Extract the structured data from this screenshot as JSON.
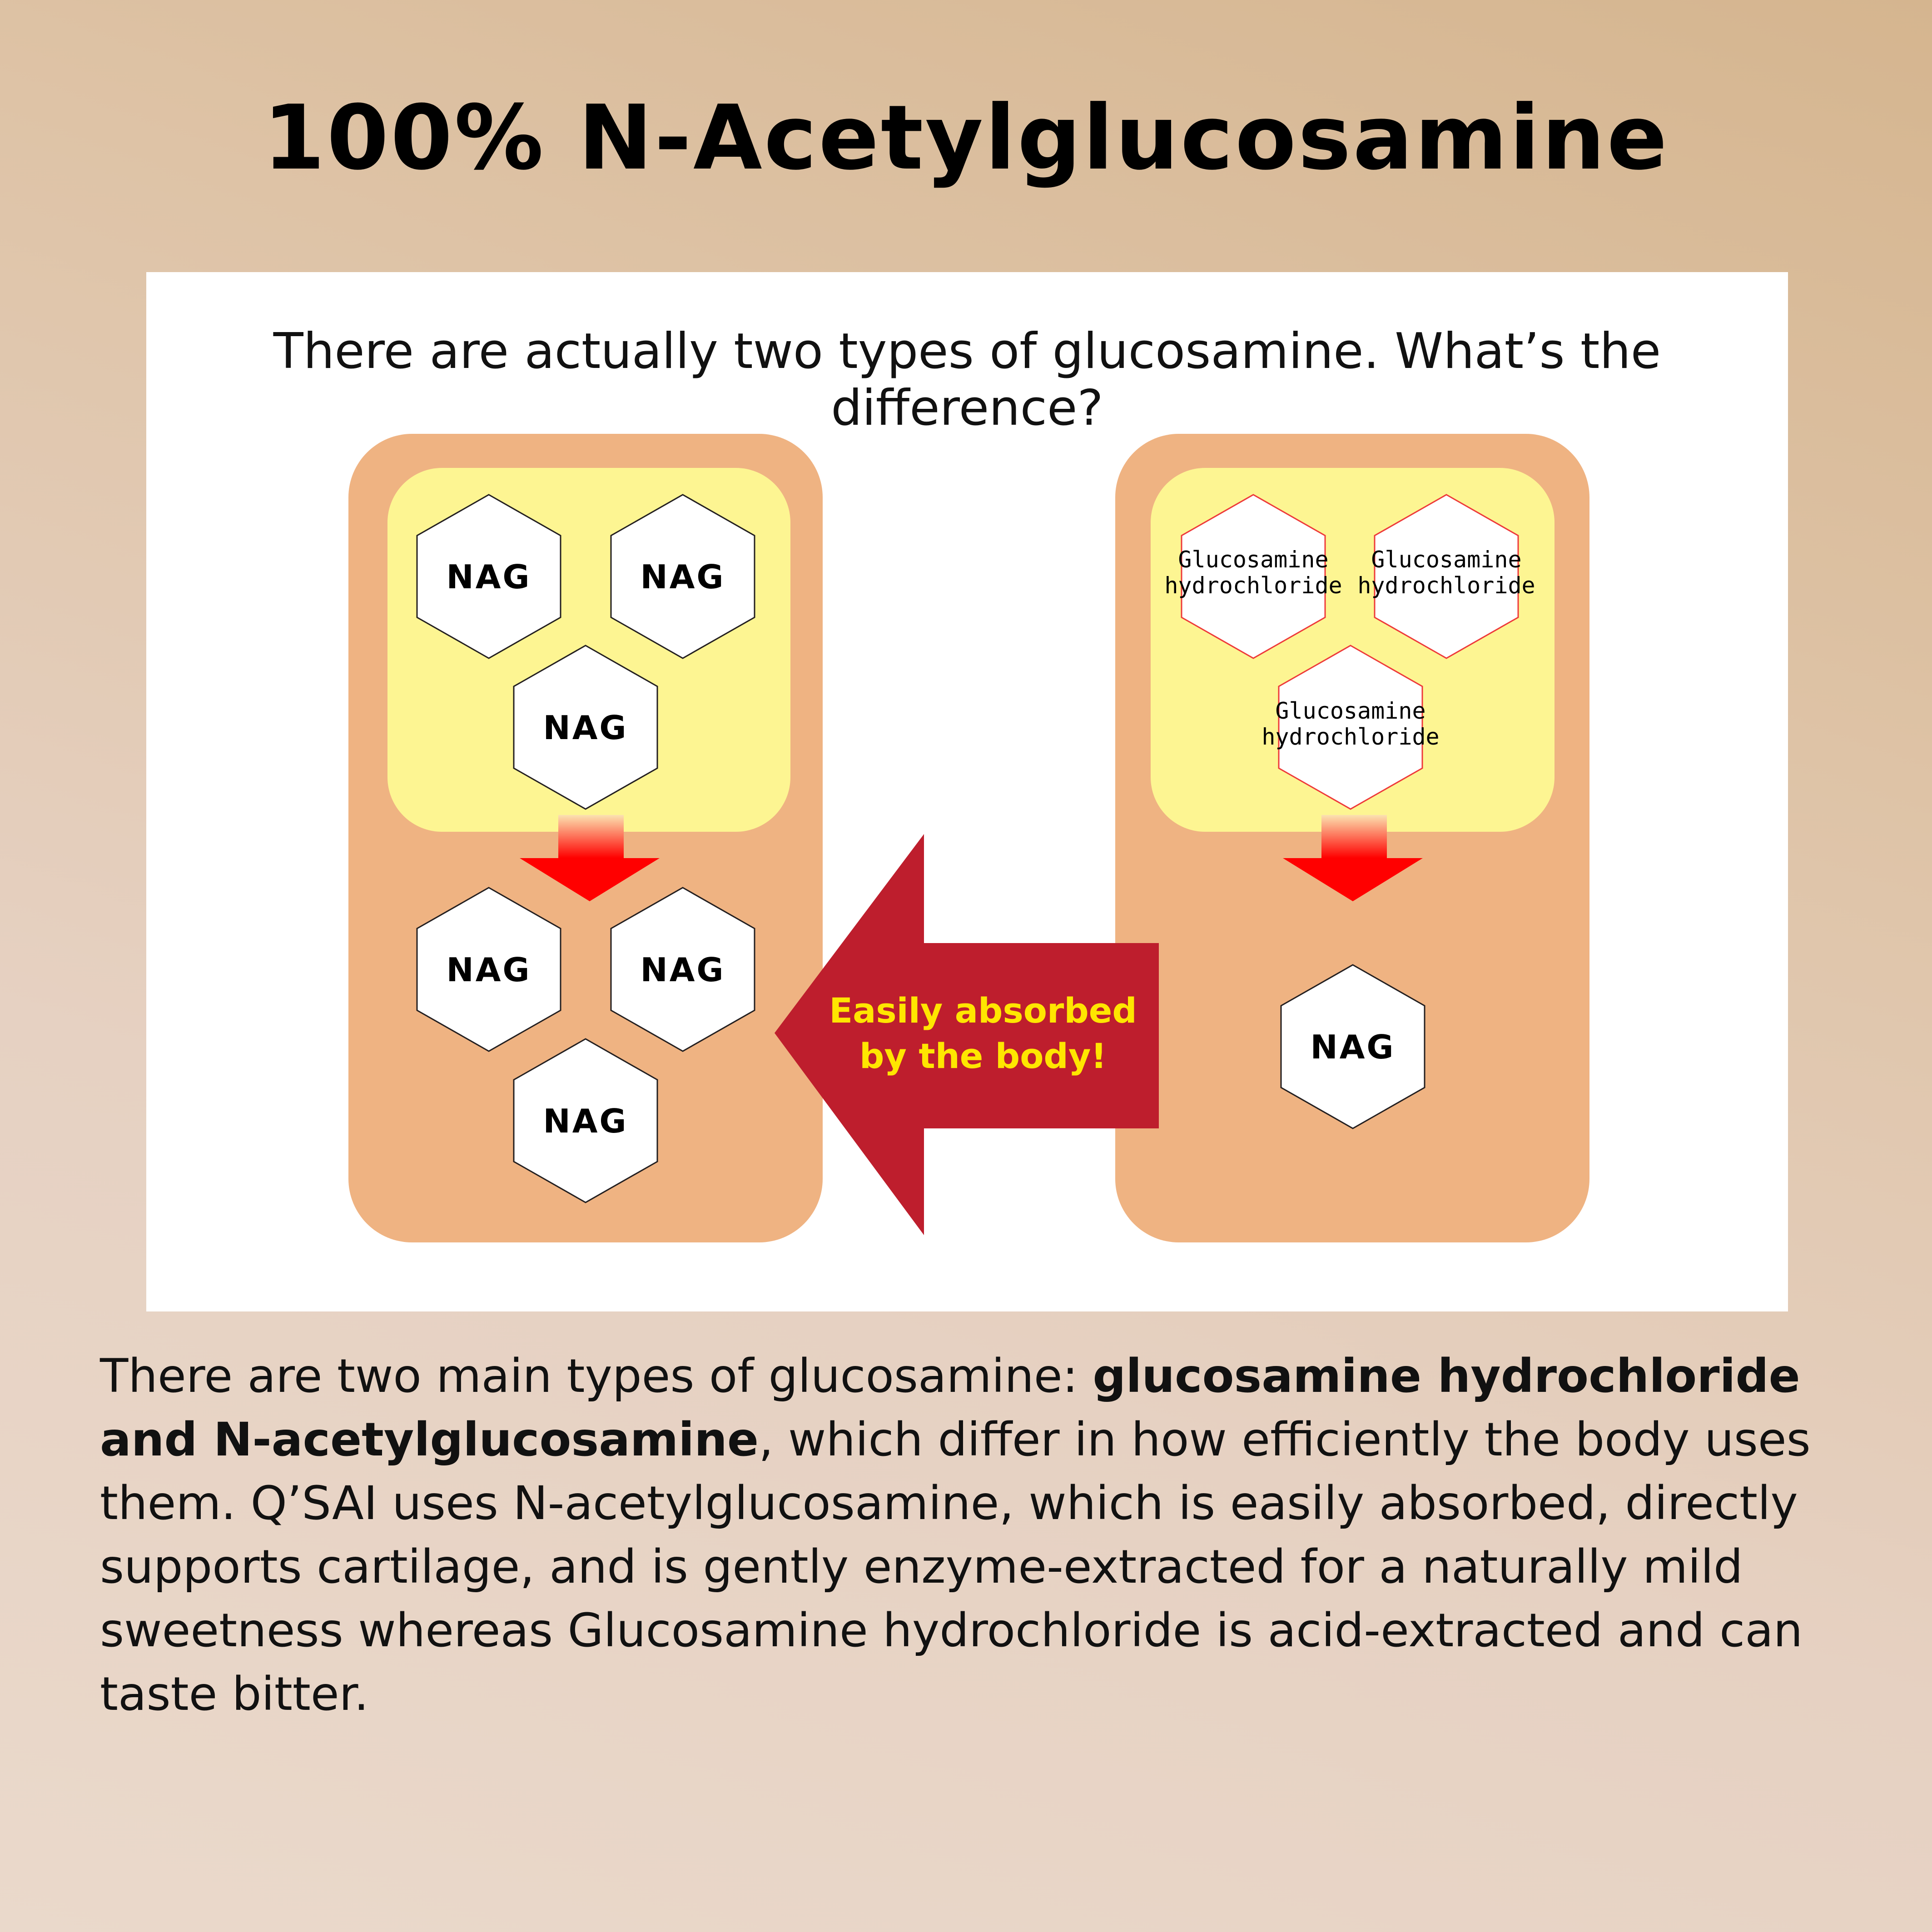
{
  "title": "100% N-Acetylglucosamine",
  "question": "There are actually two types of glucosamine. What’s the difference?",
  "left_column": {
    "top_hexagons": [
      "NAG",
      "NAG",
      "NAG"
    ],
    "bottom_hexagons": [
      "NAG",
      "NAG",
      "NAG"
    ]
  },
  "right_column": {
    "top_hexagons": [
      {
        "line1": "Glucosamine",
        "line2": "hydrochloride"
      },
      {
        "line1": "Glucosamine",
        "line2": "hydrochloride"
      },
      {
        "line1": "Glucosamine",
        "line2": "hydrochloride"
      }
    ],
    "bottom_hexagon": "NAG"
  },
  "arrow_callout": {
    "line1": "Easily absorbed",
    "line2": "by the body!"
  },
  "description": {
    "intro": "There are two main types of glucosamine: ",
    "bold_part": "glucosamine hydrochloride and N-acetylglucosamine",
    "rest": ", which differ in how efficiently the body uses them. Q’SAI uses N-acetylglucosamine, which is easily absorbed, directly supports cartilage, and is gently enzyme-extracted for a naturally mild sweetness whereas  Glucosamine hydrochloride is acid-extracted and can taste bitter."
  },
  "colors": {
    "outer_box": "#efb382",
    "inner_box": "#fdf592",
    "big_arrow": "#be1e2d",
    "arrow_text": "#ffe600",
    "hex_stroke_nag": "#231f20",
    "hex_stroke_hcl": "#ee3a3a"
  },
  "icons": [
    "red-down-arrow-icon",
    "big-left-arrow-icon",
    "hexagon-icon"
  ]
}
